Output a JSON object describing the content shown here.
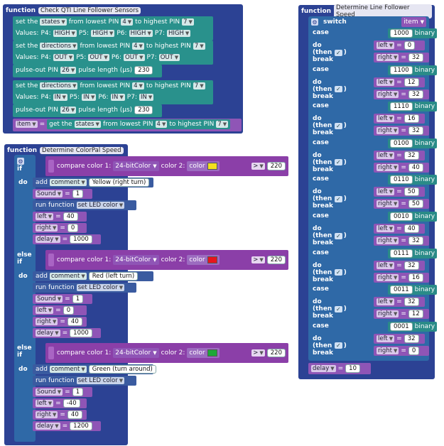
{
  "f1": {
    "keyword": "function",
    "name": "Check QTI Line Follower Sensors",
    "set1": {
      "set": "set the",
      "what": "states",
      "from": "from lowest PIN",
      "low": "4",
      "to": "to highest PIN",
      "high": "7"
    },
    "values1": {
      "label": "Values:",
      "p4": "P4:",
      "v4": "HIGH",
      "p5": "P5:",
      "v5": "HIGH",
      "p6": "P6:",
      "v6": "HIGH",
      "p7": "P7:",
      "v7": "HIGH"
    },
    "set2": {
      "set": "set the",
      "what": "directions",
      "from": "from lowest PIN",
      "low": "4",
      "to": "to highest PIN",
      "high": "7"
    },
    "values2": {
      "label": "Values:",
      "p4": "P4:",
      "v4": "OUT",
      "p5": "P5:",
      "v5": "OUT",
      "p6": "P6:",
      "v6": "OUT",
      "p7": "P7:",
      "v7": "OUT"
    },
    "pulse1": {
      "pin_label": "pulse-out PIN",
      "pin": "26",
      "len_label": "pulse length (µs)",
      "len": "230"
    },
    "set3": {
      "set": "set the",
      "what": "directions",
      "from": "from lowest PIN",
      "low": "4",
      "to": "to highest PIN",
      "high": "7"
    },
    "values3": {
      "label": "Values:",
      "p4": "P4:",
      "v4": "IN",
      "p5": "P5:",
      "v5": "IN",
      "p6": "P6:",
      "v6": "IN",
      "p7": "P7:",
      "v7": "IN"
    },
    "pulse2": {
      "pin_label": "pulse-out PIN",
      "pin": "26",
      "len_label": "pulse length (µs)",
      "len": "230"
    },
    "item": {
      "var": "item",
      "eq": "=",
      "get": "get the",
      "what": "states",
      "from": "from lowest PIN",
      "low": "4",
      "to": "to highest PIN",
      "high": "7"
    }
  },
  "f2": {
    "keyword": "function",
    "name": "Determine ColorPal Speed",
    "if_label": "if",
    "elseif_label": "else if",
    "do_label": "do",
    "compare": "compare",
    "color1": "color 1:",
    "color1val": "24-bitColor",
    "color2": "color 2:",
    "color_word": "color",
    "op": ">",
    "threshold": "220",
    "branches": [
      {
        "swatch": "#f2e01e",
        "comment": "Yellow (right turn)",
        "sound": "1",
        "run": "set LED color",
        "left": "40",
        "right": "0",
        "delay": "1000"
      },
      {
        "swatch": "#e8151b",
        "comment": "Red (left turn)",
        "sound": "1",
        "run": "set LED color",
        "left": "0",
        "right": "40",
        "delay": "1000"
      },
      {
        "swatch": "#1ca838",
        "comment": "Green (turn around)",
        "sound": "1",
        "run": "set LED color",
        "left": "-40",
        "right": "40",
        "delay": "1200"
      }
    ],
    "add": "add",
    "comment_kw": "comment",
    "run_kw": "run function",
    "sound_kw": "Sound",
    "left_kw": "left",
    "right_kw": "right",
    "delay_kw": "delay"
  },
  "f3": {
    "keyword": "function",
    "name": "Determine Line Follower Speed",
    "switch": "switch",
    "item": "item",
    "case": "case",
    "binary": "binary",
    "do": "do (then break",
    "left_kw": "left",
    "right_kw": "right",
    "cases": [
      {
        "v": "1000",
        "l": "0",
        "r": "32"
      },
      {
        "v": "1100",
        "l": "12",
        "r": "32"
      },
      {
        "v": "1110",
        "l": "16",
        "r": "32"
      },
      {
        "v": "0100",
        "l": "32",
        "r": "40"
      },
      {
        "v": "0110",
        "l": "50",
        "r": "50"
      },
      {
        "v": "0010",
        "l": "40",
        "r": "32"
      },
      {
        "v": "0111",
        "l": "32",
        "r": "16"
      },
      {
        "v": "0011",
        "l": "32",
        "r": "12"
      },
      {
        "v": "0001",
        "l": "32",
        "r": "0"
      }
    ],
    "delay_kw": "delay",
    "delay": "10"
  },
  "colors": {
    "function": "#2c4294",
    "teal": "#29918c",
    "purple": "#8b3fa8",
    "var": "#8f55b6",
    "control": "#2f69a7"
  }
}
